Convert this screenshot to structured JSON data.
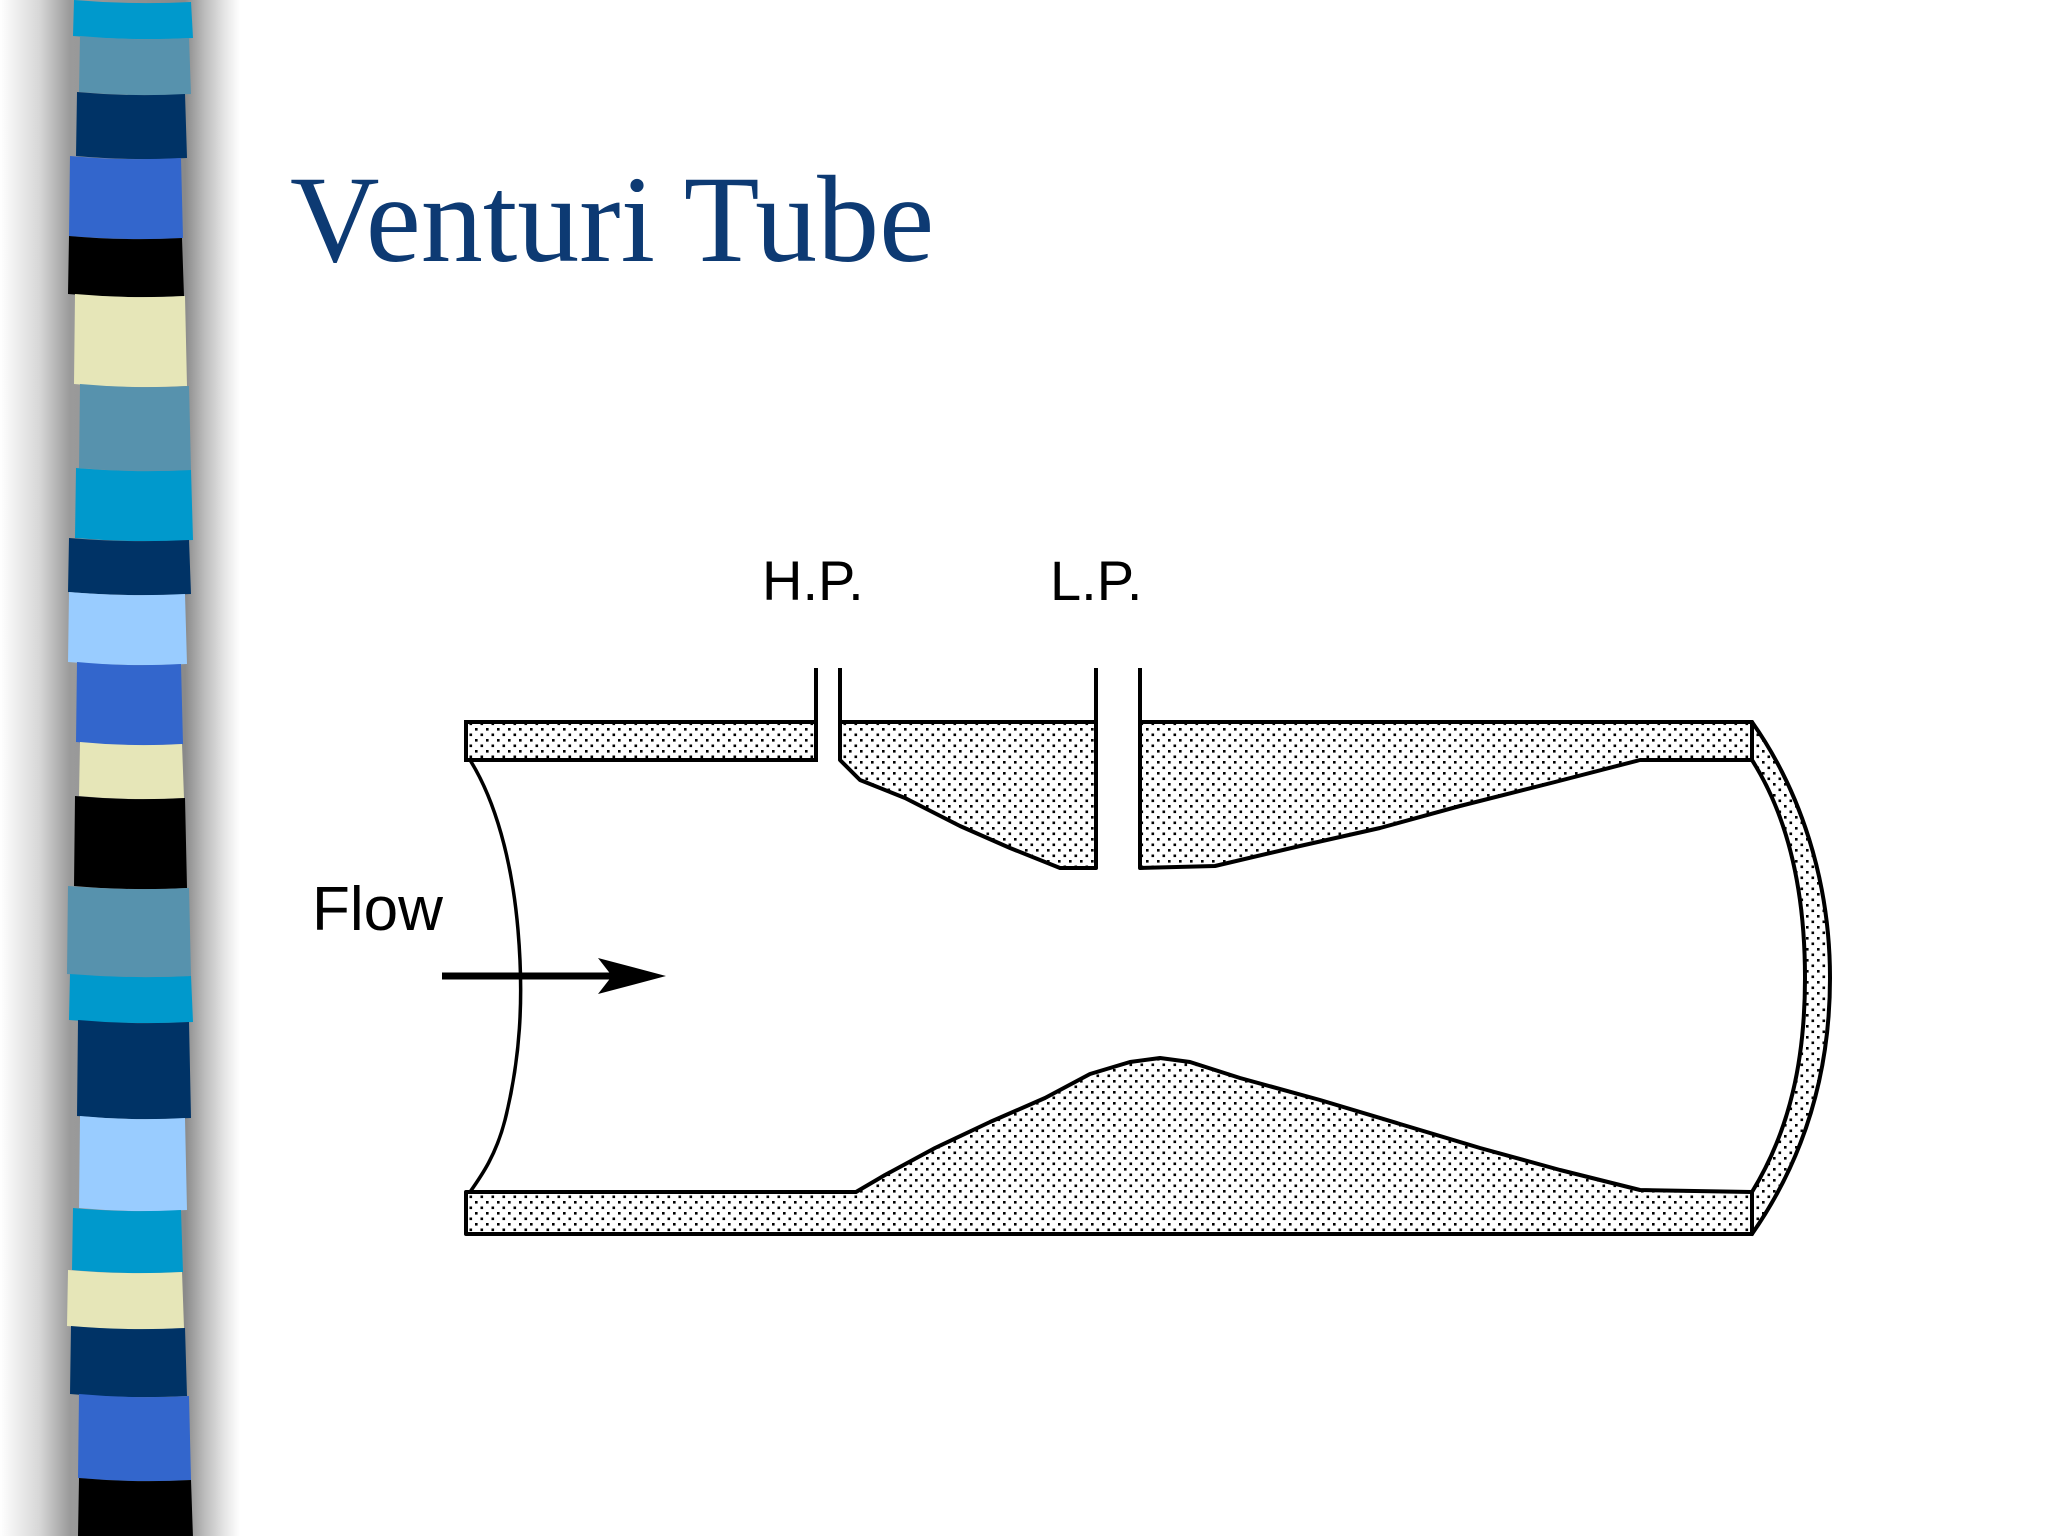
{
  "slide": {
    "title": "Venturi Tube"
  },
  "diagram": {
    "labels": {
      "high_pressure_tap": "H.P.",
      "low_pressure_tap": "L.P.",
      "flow": "Flow"
    }
  },
  "colors": {
    "title": "#0d3a73",
    "stripe_light_blue": "#5792ad",
    "stripe_dark_navy": "#003366",
    "stripe_royal_blue": "#3366cc",
    "stripe_black": "#000000",
    "stripe_cream": "#e6e6b8",
    "stripe_cyan": "#0099cc",
    "stripe_sky_blue": "#99ccff"
  }
}
